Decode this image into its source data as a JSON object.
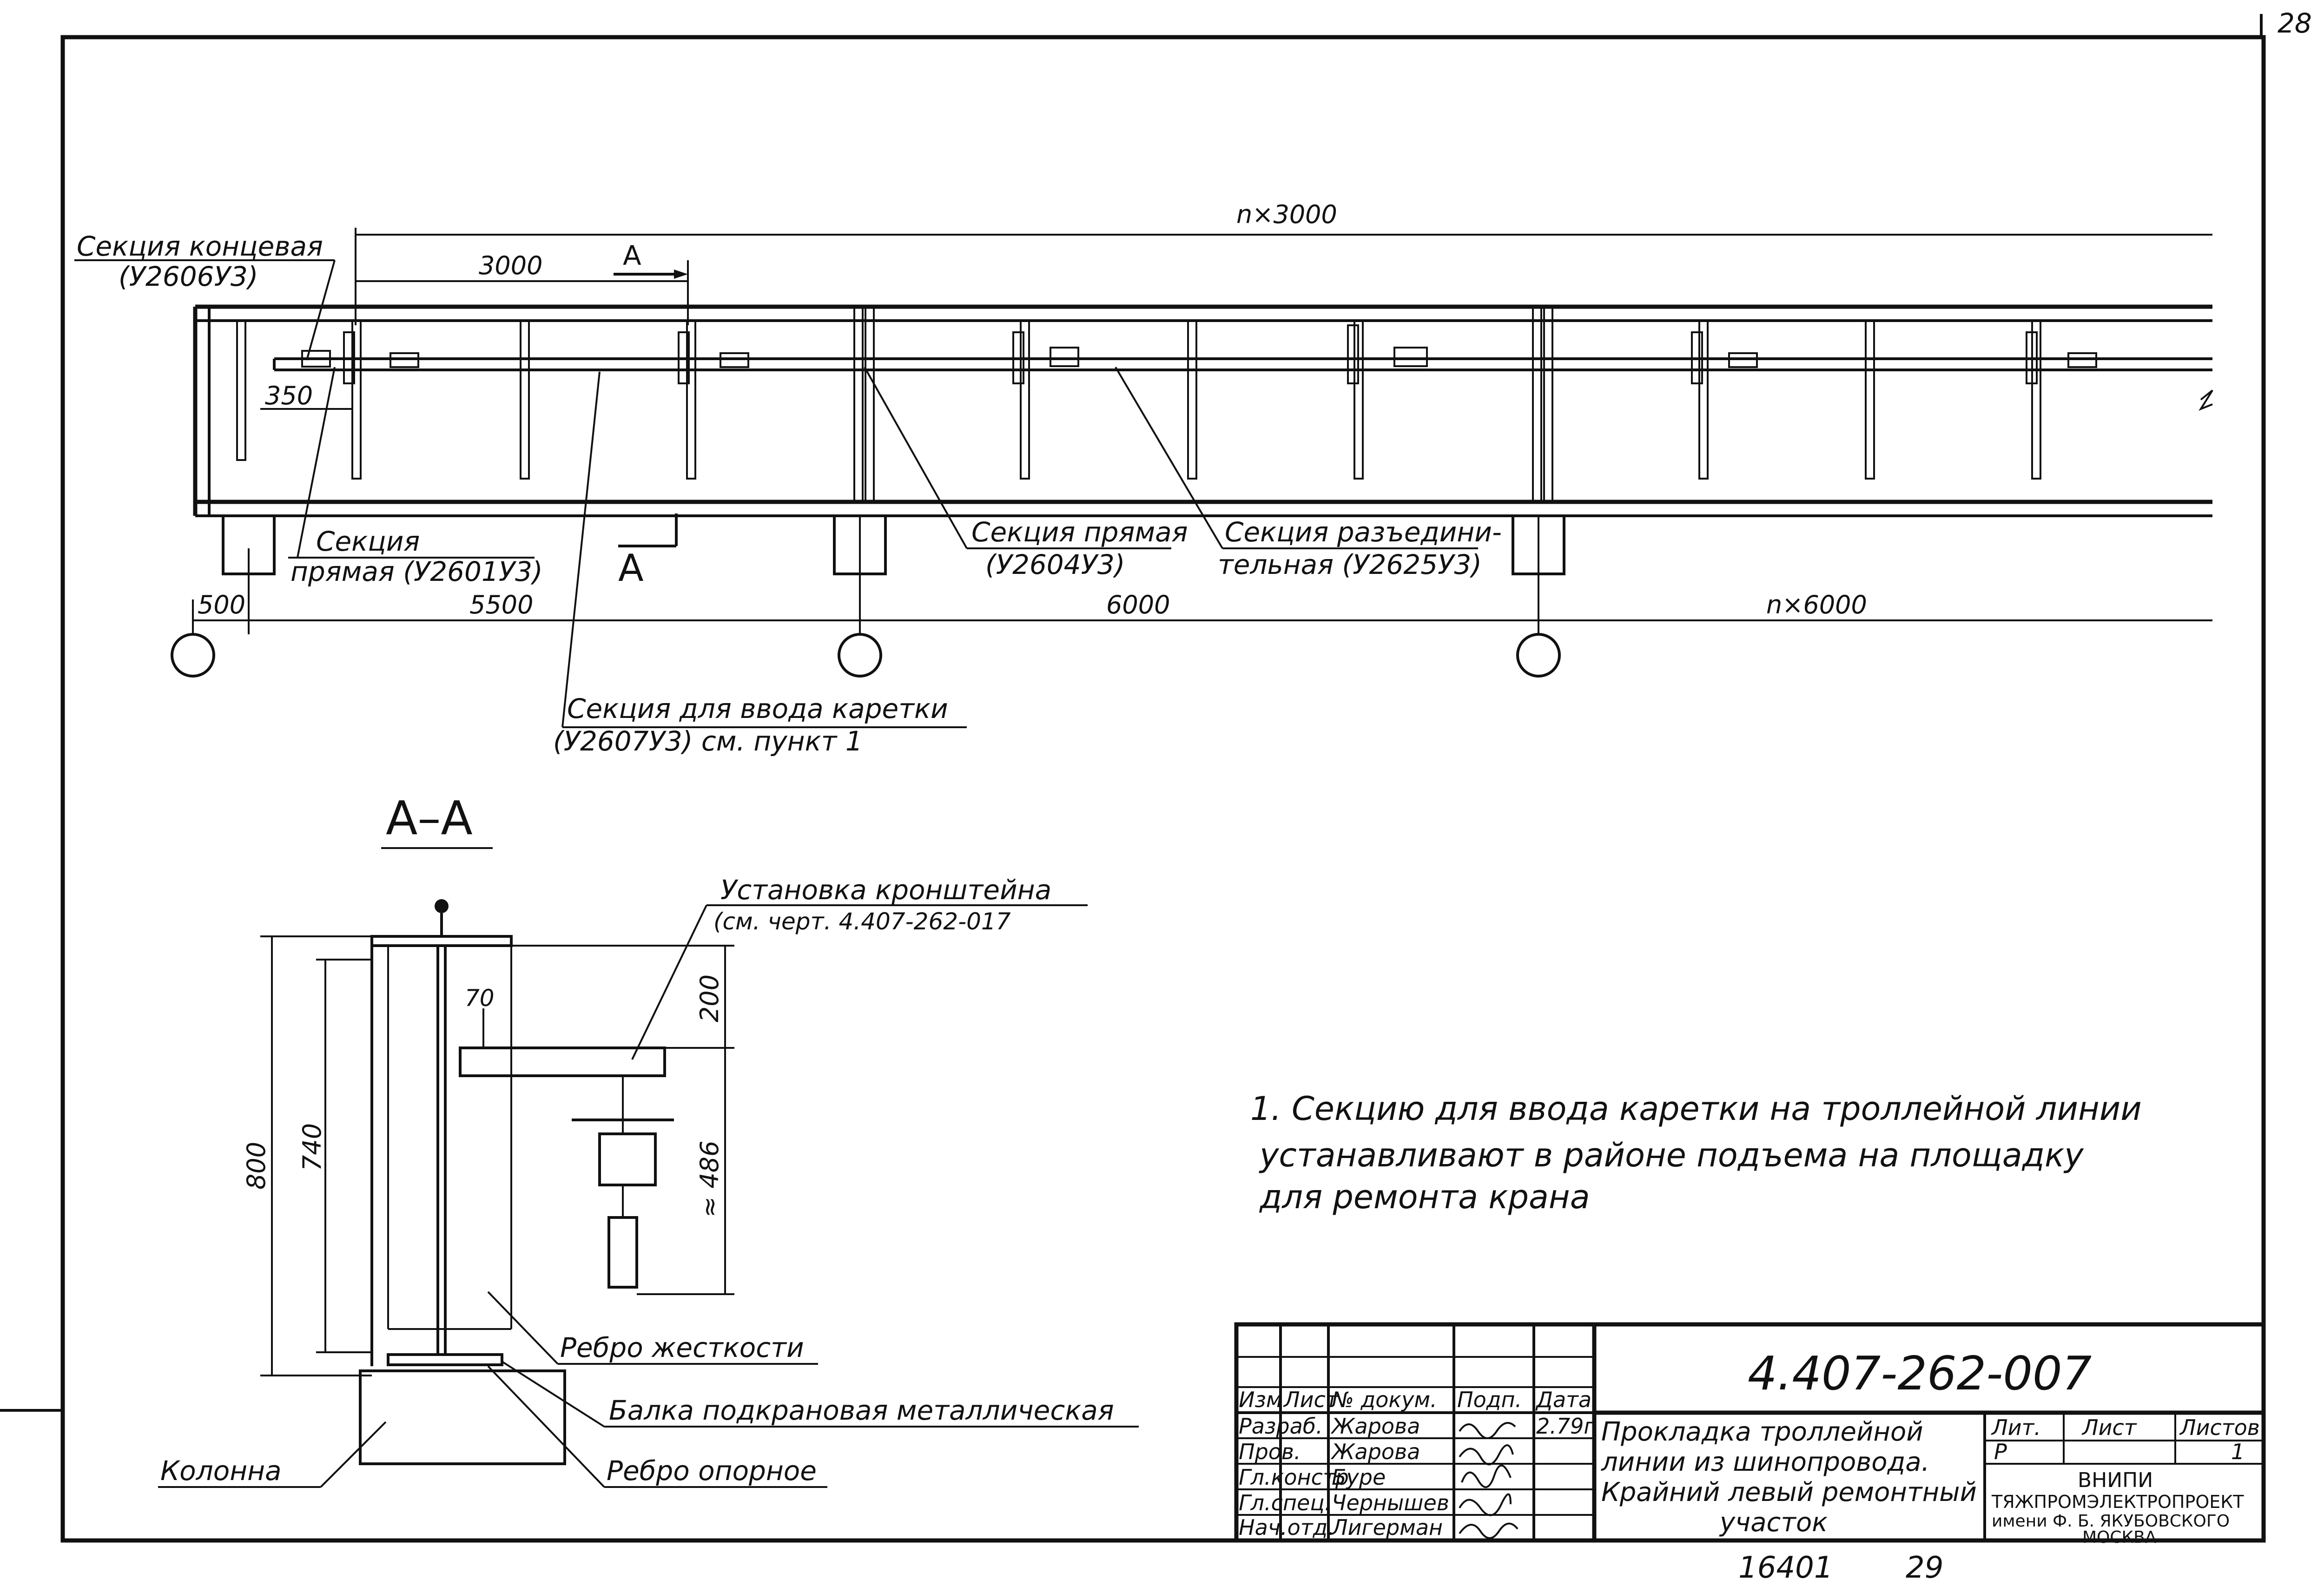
{
  "page_number": "28",
  "plan": {
    "dim_overall": "n×3000",
    "dim_section": "3000",
    "dim_offset": "350",
    "section_mark": "А",
    "span_1": "500",
    "span_2": "5500",
    "span_3": "6000",
    "span_4": "n×6000",
    "callout_end_1": "Секция концевая",
    "callout_end_2": "(У2606У3)",
    "callout_straight1_1": "Секция",
    "callout_straight1_2": "прямая (У2601У3)",
    "callout_straight2_1": "Секция прямая",
    "callout_straight2_2": "(У2604У3)",
    "callout_disc_1": "Секция разъедини-",
    "callout_disc_2": "тельная (У2625У3)",
    "callout_entry_1": "Секция для ввода каретки",
    "callout_entry_2": "(У2607У3) см. пункт 1"
  },
  "section_view": {
    "title": "А–А",
    "callout_bracket_1": "Установка кронштейна",
    "callout_bracket_2": "(см. черт. 4.407-262-017",
    "dim_800": "800",
    "dim_740": "740",
    "dim_70": "70",
    "dim_200": "200",
    "dim_486": "≈ 486",
    "label_rib": "Ребро жесткости",
    "label_beam": "Балка подкрановая металлическая",
    "label_support_rib": "Ребро опорное",
    "label_column": "Колонна"
  },
  "note": {
    "line1": "1. Секцию для ввода каретки на троллейной линии",
    "line2": "устанавливают в районе подъема на площадку",
    "line3": "для ремонта крана"
  },
  "title_block": {
    "doc_number": "4.407-262-007",
    "headers": [
      "Изм",
      "Лист",
      "№ докум.",
      "Подп.",
      "Дата"
    ],
    "rows": [
      {
        "role": "Разраб.",
        "name": "Жарова",
        "date": "2.79г"
      },
      {
        "role": "Пров.",
        "name": "Жарова",
        "date": ""
      },
      {
        "role": "Гл.констр",
        "name": "Буре",
        "date": ""
      },
      {
        "role": "Гл.спец.",
        "name": "Чернышев",
        "date": ""
      },
      {
        "role": "Нач.отд.",
        "name": "Лигерман",
        "date": ""
      }
    ],
    "title_line1": "Прокладка троллейной",
    "title_line2": "линии из шинопровода.",
    "title_line3": "Крайний левый ремонтный",
    "title_line4": "участок",
    "lit_label": "Лит.",
    "sheet_label": "Лист",
    "sheets_label": "Листов",
    "lit_value": "Р",
    "sheets_value": "1",
    "org_line1": "ВНИПИ",
    "org_line2": "ТЯЖПРОМЭЛЕКТРОПРОЕКТ",
    "org_line3": "имени Ф. Б. ЯКУБОВСКОГО",
    "org_line4": "МОСКВА"
  },
  "footer": {
    "archive_number": "16401",
    "copy_number": "29"
  }
}
